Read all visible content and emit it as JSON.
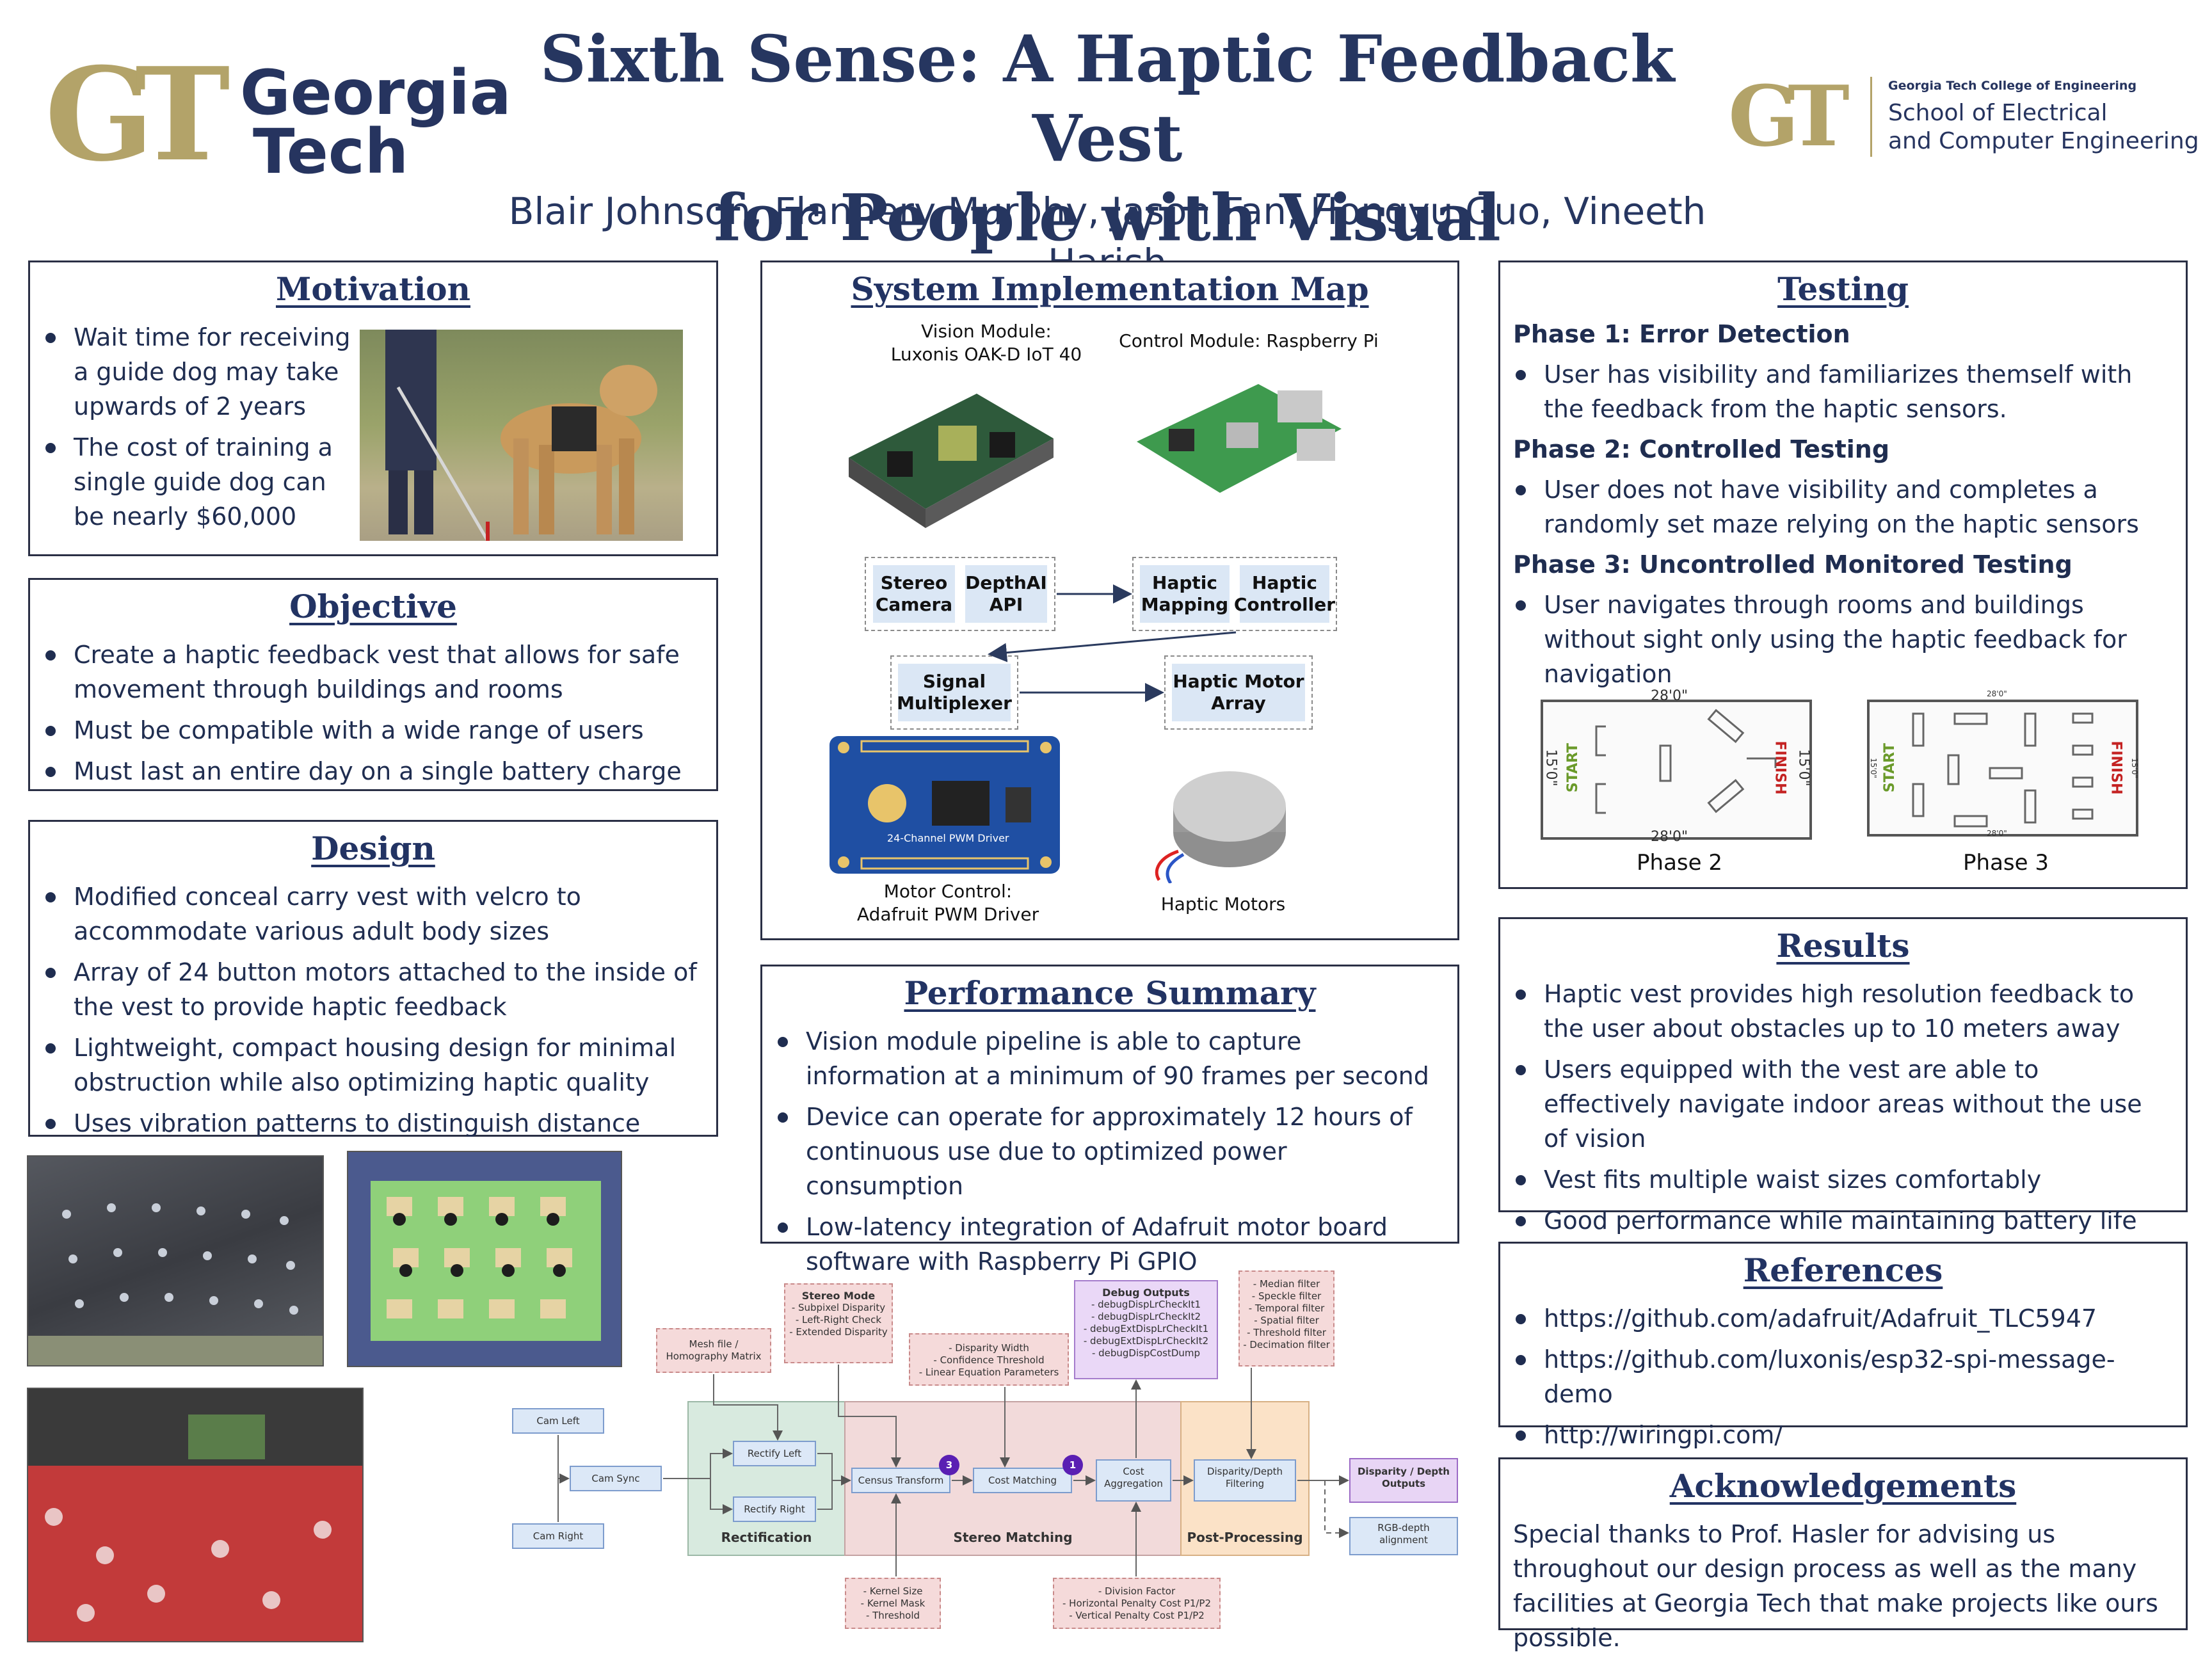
{
  "header": {
    "left_logo_letters": "GT",
    "left_logo_line1": "Georgia",
    "left_logo_line2": "Tech",
    "title_line1": "Sixth Sense: A Haptic Feedback Vest",
    "title_line2": "for People with Visual Impairments",
    "authors": "Blair Johnson, Flannery Murphy, Jason Fan, Hongyu Guo, Vineeth Harish",
    "right_logo_letters": "GT",
    "right_logo_small": "Georgia Tech College of Engineering",
    "right_logo_line1": "School of Electrical",
    "right_logo_line2": "and Computer Engineering"
  },
  "motivation": {
    "title": "Motivation",
    "bullets": [
      "Wait time for receiving a guide dog may take upwards of 2 years",
      "The cost of training a single guide dog can be nearly $60,000"
    ]
  },
  "objective": {
    "title": "Objective",
    "bullets": [
      "Create a haptic feedback vest that allows for safe movement through buildings and rooms",
      "Must be compatible with a wide range of users",
      "Must last an entire day on a single battery charge"
    ]
  },
  "design": {
    "title": "Design",
    "bullets": [
      "Modified conceal carry vest with velcro to accommodate various adult body sizes",
      "Array of 24 button motors attached to the inside of the vest to provide haptic feedback",
      "Lightweight, compact housing design for minimal obstruction while also optimizing haptic quality",
      "Uses vibration patterns to distinguish distance"
    ]
  },
  "system_map": {
    "title": "System Implementation Map",
    "vision_caption": "Vision Module:\nLuxonis OAK-D IoT 40",
    "control_caption": "Control Module: Raspberry Pi",
    "blocks": {
      "stereo": "Stereo\nCamera",
      "depthai": "DepthAI\nAPI",
      "hmap": "Haptic\nMapping",
      "hctrl": "Haptic\nController",
      "sigmux": "Signal\nMultiplexer",
      "motorarr": "Haptic Motor\nArray"
    },
    "pwm_board_label": "24-Channel PWM Driver",
    "motor_caption": "Motor Control:\nAdafruit PWM Driver",
    "haptic_caption": "Haptic Motors"
  },
  "performance": {
    "title": "Performance Summary",
    "bullets": [
      "Vision module pipeline is able to capture information at a minimum of 90 frames per second",
      "Device can operate for approximately 12 hours of continuous use due to optimized power consumption",
      "Low-latency integration of Adafruit motor board software with Raspberry Pi GPIO"
    ]
  },
  "testing": {
    "title": "Testing",
    "phases": [
      {
        "heading": "Phase 1: Error Detection",
        "text": "User has visibility and familiarizes themself with the feedback from the haptic sensors."
      },
      {
        "heading": "Phase 2: Controlled Testing",
        "text": "User does not have visibility and completes a randomly set maze relying on the haptic sensors"
      },
      {
        "heading": "Phase 3: Uncontrolled Monitored Testing",
        "text": "User navigates through rooms and buildings without sight only using the haptic feedback for navigation"
      }
    ],
    "maze_dim_long": "28'0\"",
    "maze_dim_short": "15'0\"",
    "start_label": "START",
    "finish_label": "FINISH",
    "maze2_caption": "Phase 2",
    "maze3_caption": "Phase 3"
  },
  "results": {
    "title": "Results",
    "bullets": [
      "Haptic vest provides high resolution feedback to the user about obstacles up to 10 meters away",
      "Users equipped with the vest are able to effectively navigate indoor areas without the use of vision",
      "Vest fits multiple waist sizes comfortably",
      "Good performance while maintaining battery life"
    ]
  },
  "references": {
    "title": "References",
    "items": [
      "https://github.com/adafruit/Adafruit_TLC5947",
      "https://github.com/luxonis/esp32-spi-message-demo",
      "http://wiringpi.com/"
    ]
  },
  "acknowledgements": {
    "title": "Acknowledgements",
    "text": "Special thanks to Prof. Hasler for advising us throughout our design process as well as the many facilities at Georgia Tech that make projects like ours possible."
  },
  "pipeline": {
    "cam_left": "Cam Left",
    "cam_right": "Cam Right",
    "cam_sync": "Cam Sync",
    "rectify_left": "Rectify Left",
    "rectify_right": "Rectify Right",
    "census": "Census Transform",
    "cost_matching": "Cost Matching",
    "cost_aggregation": "Cost\nAggregation",
    "filtering": "Disparity/Depth\nFiltering",
    "outputs": "Disparity / Depth\nOutputs",
    "rgb_align": "RGB-depth\nalignment",
    "section_rect": "Rectification",
    "section_stereo": "Stereo Matching",
    "section_post": "Post-Processing",
    "mesh": "Mesh file /\nHomography Matrix",
    "stereo_mode_title": "Stereo Mode",
    "stereo_mode_items": "- Subpixel Disparity\n- Left-Right Check\n- Extended Disparity",
    "disparity_params": "- Disparity Width\n- Confidence Threshold\n- Linear Equation Parameters",
    "debug_title": "Debug Outputs",
    "debug_items": "- debugDispLrCheckIt1\n- debugDispLrCheckIt2\n- debugExtDispLrCheckIt1\n- debugExtDispLrCheckIt2\n- debugDispCostDump",
    "filters": "- Median filter\n- Speckle filter\n- Temporal filter\n- Spatial filter\n- Threshold filter\n- Decimation filter",
    "kernel": "- Kernel Size\n- Kernel Mask\n- Threshold",
    "penalty": "- Division Factor\n- Horizontal Penalty Cost P1/P2\n- Vertical Penalty Cost P1/P2",
    "badge_census": "3",
    "badge_cost": "1"
  },
  "colors": {
    "navy": "#223363",
    "gold": "#b3a369"
  }
}
